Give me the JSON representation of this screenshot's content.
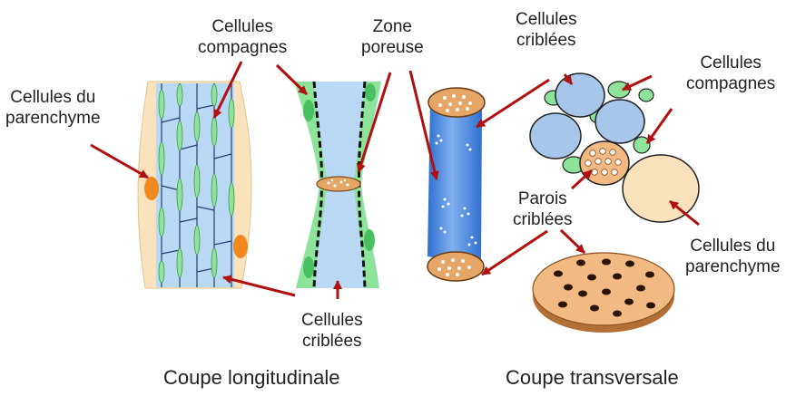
{
  "labels": {
    "parenchyme_left_1": "Cellules du",
    "parenchyme_left_2": "parenchyme",
    "compagnes_top_1": "Cellules",
    "compagnes_top_2": "compagnes",
    "zone_1": "Zone",
    "zone_2": "poreuse",
    "criblees_top_1": "Cellules",
    "criblees_top_2": "criblées",
    "compagnes_right_1": "Cellules",
    "compagnes_right_2": "compagnes",
    "parois_1": "Parois",
    "parois_2": "criblées",
    "parenchyme_right_1": "Cellules du",
    "parenchyme_right_2": "parenchyme",
    "criblees_bottom_1": "Cellules",
    "criblees_bottom_2": "criblées"
  },
  "captions": {
    "longitudinal": "Coupe longitudinale",
    "transversal": "Coupe transversale"
  },
  "colors": {
    "arrow": "#b01010",
    "sieve_blue": "#b8d8f4",
    "companion_green": "#8ee39a",
    "parenchyma": "#fae3bc",
    "sieve_plate": "#e5a667",
    "orange_cell": "#f08a1e"
  }
}
